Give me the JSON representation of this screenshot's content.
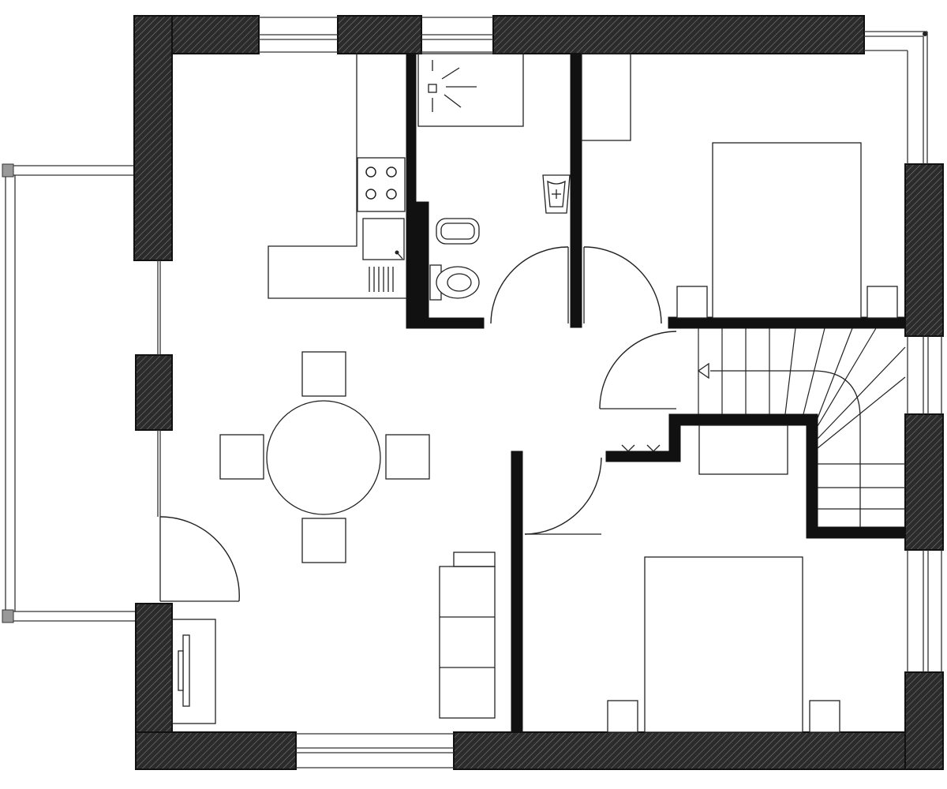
{
  "drawing": {
    "type": "floor plan",
    "wall_color": "#111111",
    "background_color": "#ffffff",
    "line_color": "#222222"
  },
  "rooms": [
    {
      "id": "living-dining",
      "contents": [
        "dining-table",
        "chair",
        "chair",
        "chair",
        "chair",
        "sofa",
        "cabinet"
      ]
    },
    {
      "id": "kitchen",
      "contents": [
        "stove",
        "sink",
        "counter"
      ]
    },
    {
      "id": "bathroom",
      "contents": [
        "shower",
        "washbasin",
        "bidet",
        "toilet"
      ]
    },
    {
      "id": "bedroom-top",
      "contents": [
        "double-bed",
        "nightstand",
        "nightstand",
        "wardrobe"
      ]
    },
    {
      "id": "bedroom-bottom",
      "contents": [
        "double-bed",
        "nightstand",
        "nightstand"
      ]
    },
    {
      "id": "hall",
      "contents": [
        "staircase",
        "coat-hooks"
      ]
    }
  ]
}
